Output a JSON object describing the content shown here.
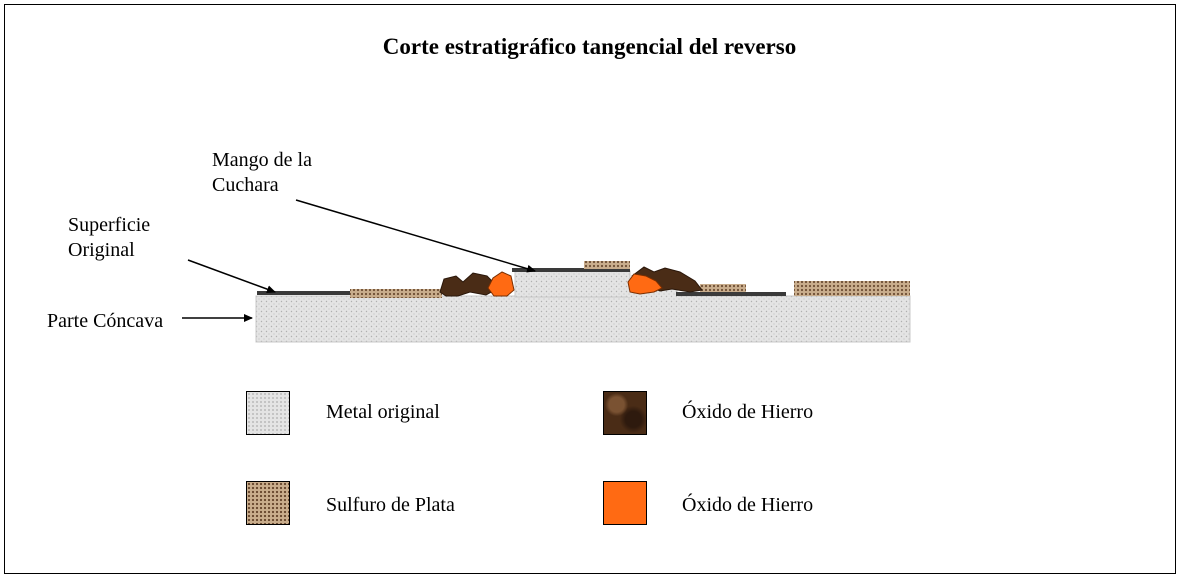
{
  "title": "Corte estratigráfico tangencial del reverso",
  "labels": {
    "mango": "Mango de la",
    "mango2": "Cuchara",
    "superficie": "Superficie",
    "superficie2": "Original",
    "parte": "Parte Cóncava"
  },
  "legend": [
    {
      "label": "Metal original",
      "color": "#e4e4e4"
    },
    {
      "label": "Óxido de Hierro",
      "color": "#4a2c16"
    },
    {
      "label": "Sulfuro de Plata",
      "color": "#c9ad8c"
    },
    {
      "label": "Óxido de Hierro",
      "color": "#ff6a13"
    }
  ]
}
